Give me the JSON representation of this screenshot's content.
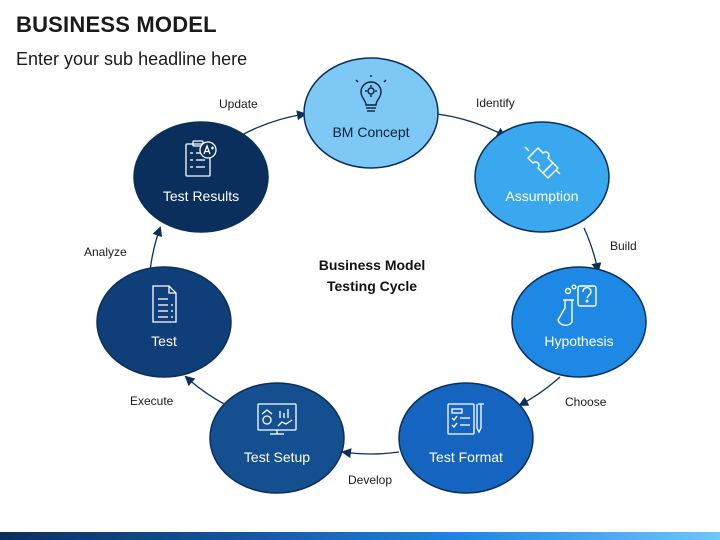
{
  "header": {
    "title": "BUSINESS MODEL",
    "subtitle": "Enter your sub headline here"
  },
  "center": {
    "line1": "Business Model",
    "line2": "Testing Cycle"
  },
  "nodes": [
    {
      "label": "BM Concept",
      "icon": "lightbulb-gear-icon",
      "color": "#7ec8f5"
    },
    {
      "label": "Assumption",
      "icon": "puzzle-icon",
      "color": "#3aa8ee"
    },
    {
      "label": "Hypothesis",
      "icon": "flask-question-icon",
      "color": "#1e88e5"
    },
    {
      "label": "Test Format",
      "icon": "checklist-pen-icon",
      "color": "#1565c0"
    },
    {
      "label": "Test Setup",
      "icon": "monitor-dashboard-icon",
      "color": "#14508f"
    },
    {
      "label": "Test",
      "icon": "document-list-icon",
      "color": "#0f3e78"
    },
    {
      "label": "Test Results",
      "icon": "clipboard-grade-icon",
      "color": "#0b2f5c"
    }
  ],
  "edges": [
    {
      "label": "Identify"
    },
    {
      "label": "Build"
    },
    {
      "label": "Choose"
    },
    {
      "label": "Develop"
    },
    {
      "label": "Execute"
    },
    {
      "label": "Analyze"
    },
    {
      "label": "Update"
    }
  ]
}
